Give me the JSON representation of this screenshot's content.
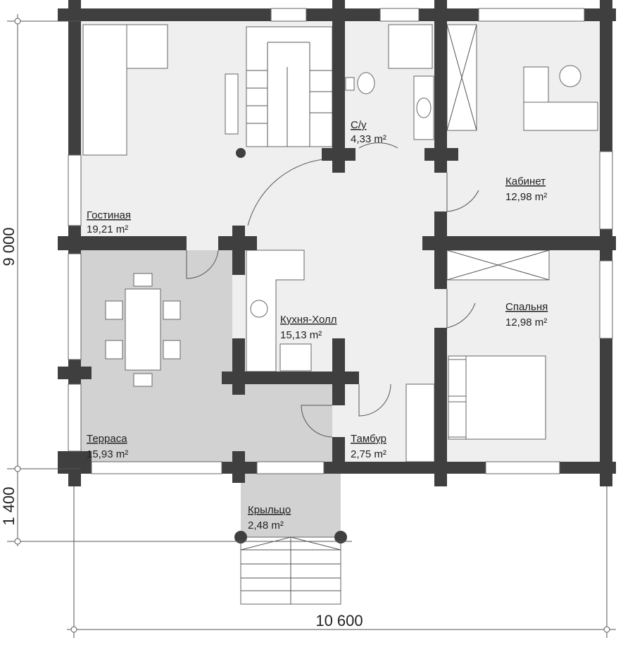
{
  "rooms": [
    {
      "name": "Гостиная",
      "area": "19,21 m²"
    },
    {
      "name": "С/у",
      "area": "4,33 m²"
    },
    {
      "name": "Кабинет",
      "area": "12,98 m²"
    },
    {
      "name": "Кухня-Холл",
      "area": "15,13 m²"
    },
    {
      "name": "Спальня",
      "area": "12,98 m²"
    },
    {
      "name": "Терраса",
      "area": "15,93 m²"
    },
    {
      "name": "Тамбур",
      "area": "2,75 m²"
    },
    {
      "name": "Крыльцо",
      "area": "2,48 m²"
    }
  ],
  "dimensions": {
    "height_main": "9 000",
    "height_porch": "1 400",
    "width": "10 600"
  },
  "colors": {
    "wall": "#3f3f3f",
    "floor": "#efefef",
    "terrace": "#d2d2d2"
  }
}
